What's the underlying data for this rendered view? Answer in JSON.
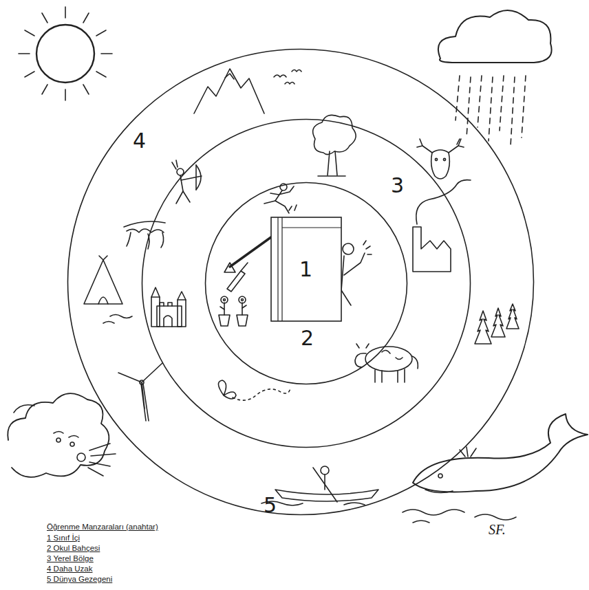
{
  "diagram": {
    "nodes": [
      {
        "text": [
          "4"
        ]
      },
      {
        "text": [
          "3"
        ],
        "in": 0
      },
      {
        "text": [
          "2"
        ],
        "in": 1
      },
      {
        "text": [
          "1"
        ],
        "in": 2
      }
    ],
    "labels": [
      "5",
      "Öğrenme Manzaraları (anahtar)",
      "SF."
    ],
    "legend": [
      {
        "text": "1 Sınıf İçi"
      },
      {
        "text": "2 Okul Bahçesi"
      },
      {
        "text": "3 Yerel Bölge"
      },
      {
        "text": "4 Daha Uzak"
      },
      {
        "text": "5 Dünya Gezegeni"
      }
    ]
  }
}
